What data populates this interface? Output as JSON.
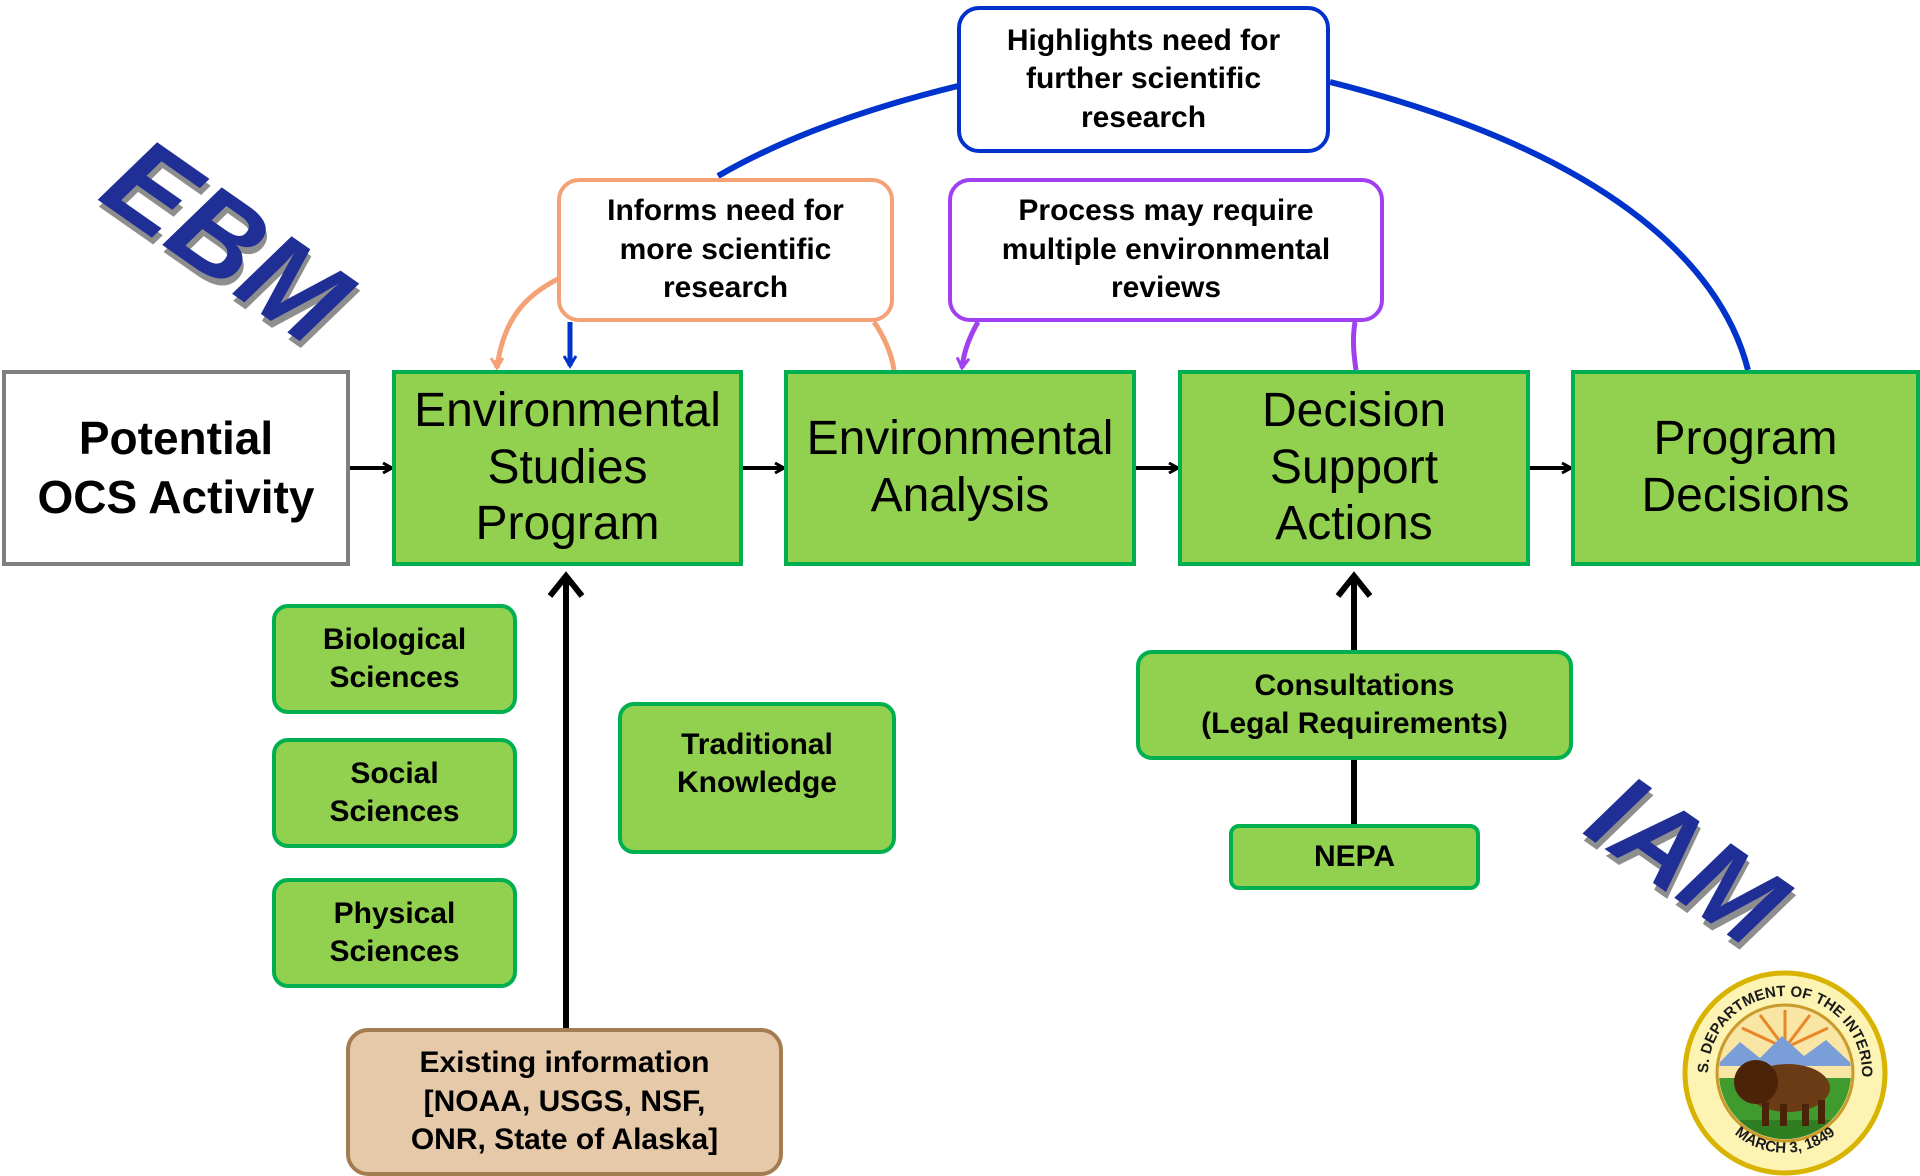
{
  "labels": {
    "ebm": "EBM",
    "iam": "IAM"
  },
  "process": {
    "potential": "Potential\nOCS Activity",
    "studies": "Environmental\nStudies\nProgram",
    "analysis": "Environmental\nAnalysis",
    "decision": "Decision\nSupport\nActions",
    "program": "Program\nDecisions"
  },
  "callouts": {
    "highlights": "Highlights need for\nfurther scientific\nresearch",
    "informs": "Informs need for\nmore scientific\nresearch",
    "process_reviews": "Process may require\nmultiple environmental\nreviews"
  },
  "sciences": {
    "biological": "Biological\nSciences",
    "social": "Social\nSciences",
    "physical": "Physical\nSciences",
    "traditional": "Traditional\nKnowledge"
  },
  "inputs": {
    "existing_info": "Existing information\n[NOAA, USGS, NSF,\nONR, State of Alaska]",
    "consultations": "Consultations\n(Legal Requirements)",
    "nepa": "NEPA"
  },
  "colors": {
    "box_fill": "#92d050",
    "box_border": "#00b050",
    "highlight_border": "#0033cc",
    "informs_border": "#f4a275",
    "reviews_border": "#a040f0",
    "existing_fill": "#e6c9a8",
    "existing_border": "#a37c52",
    "wordmark": "#1f2f96"
  },
  "seal": {
    "top_text": "U.S. DEPARTMENT OF THE INTERIOR",
    "bottom_text": "MARCH 3, 1849",
    "icon": "bison-seal-icon"
  }
}
